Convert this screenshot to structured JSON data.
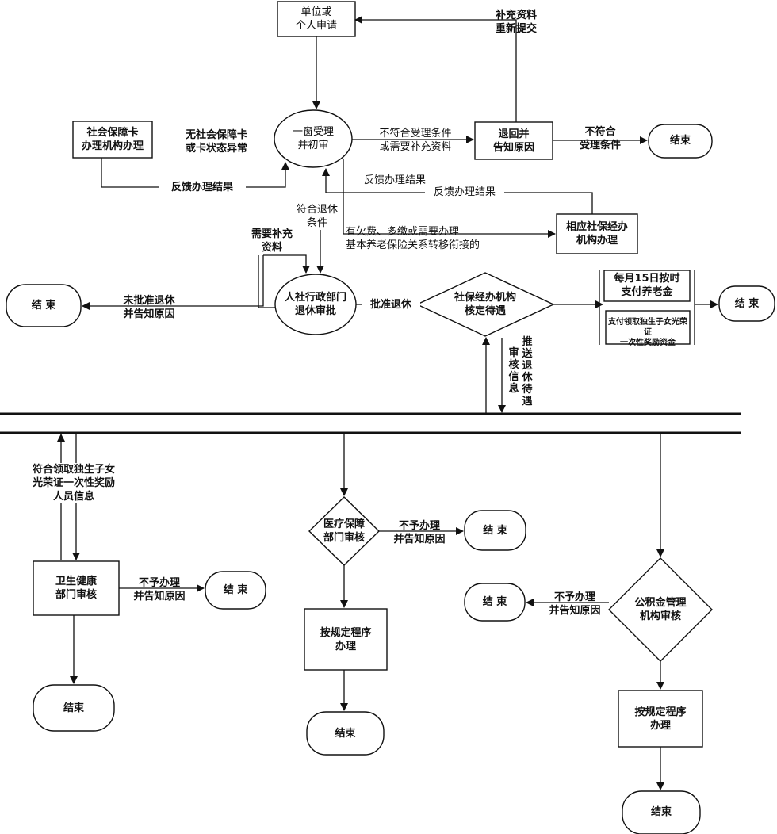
{
  "nodes": {
    "apply": "单位或\n个人申请",
    "supplement_resubmit": "补充资料\n重新提交",
    "window_review": "一窗受理\n并初审",
    "card_agency": "社会保障卡\n办理机构办理",
    "no_card": "无社会保障卡\n或卡状态异常",
    "not_meet_or_supplement": "不符合受理条件\n或需要补充资料",
    "return_notify": "退回并\n告知原因",
    "not_meet_conditions": "不符合\n受理条件",
    "end_top_right": "结束",
    "feedback_left": "反馈办理结果",
    "feedback_mid1": "反馈办理结果",
    "feedback_mid2": "反馈办理结果",
    "meet_retire": "符合退休\n条件",
    "need_supplement": "需要补充\n资料",
    "arrears_note": "有欠费、多缴或需要办理\n基本养老保险关系转移衔接的",
    "corresponding_agency": "相应社保经办\n机构办理",
    "end_left": "结  束",
    "not_approved": "未批准退休\n并告知原因",
    "hr_approval": "人社行政部门\n退休审批",
    "approve_retire": "批准退休",
    "social_agency": "社保经办机构\n核定待遇",
    "pay_pension": "每月15日按时\n支付养老金",
    "pay_one_child": "支付领取独生子女光荣证\n一次性奖励资金",
    "end_right": "结  束",
    "review_info": "审核信息",
    "push_retire": "推送退休待遇",
    "one_child_info": "符合领取独生子女\n光荣证一次性奖励\n人员信息",
    "health_review": "卫生健康\n部门审核",
    "health_reject": "不予办理\n并告知原因",
    "health_end_side": "结  束",
    "health_end": "结束",
    "medical_review": "医疗保障\n部门审核",
    "medical_reject": "不予办理\n并告知原因",
    "medical_end_side": "结  束",
    "medical_proc": "按规定程序\n办理",
    "medical_end": "结束",
    "fund_review": "公积金管理\n机构审核",
    "fund_reject": "不予办理\n并告知原因",
    "fund_end_side": "结  束",
    "fund_proc": "按规定程序\n办理",
    "fund_end": "结束"
  }
}
